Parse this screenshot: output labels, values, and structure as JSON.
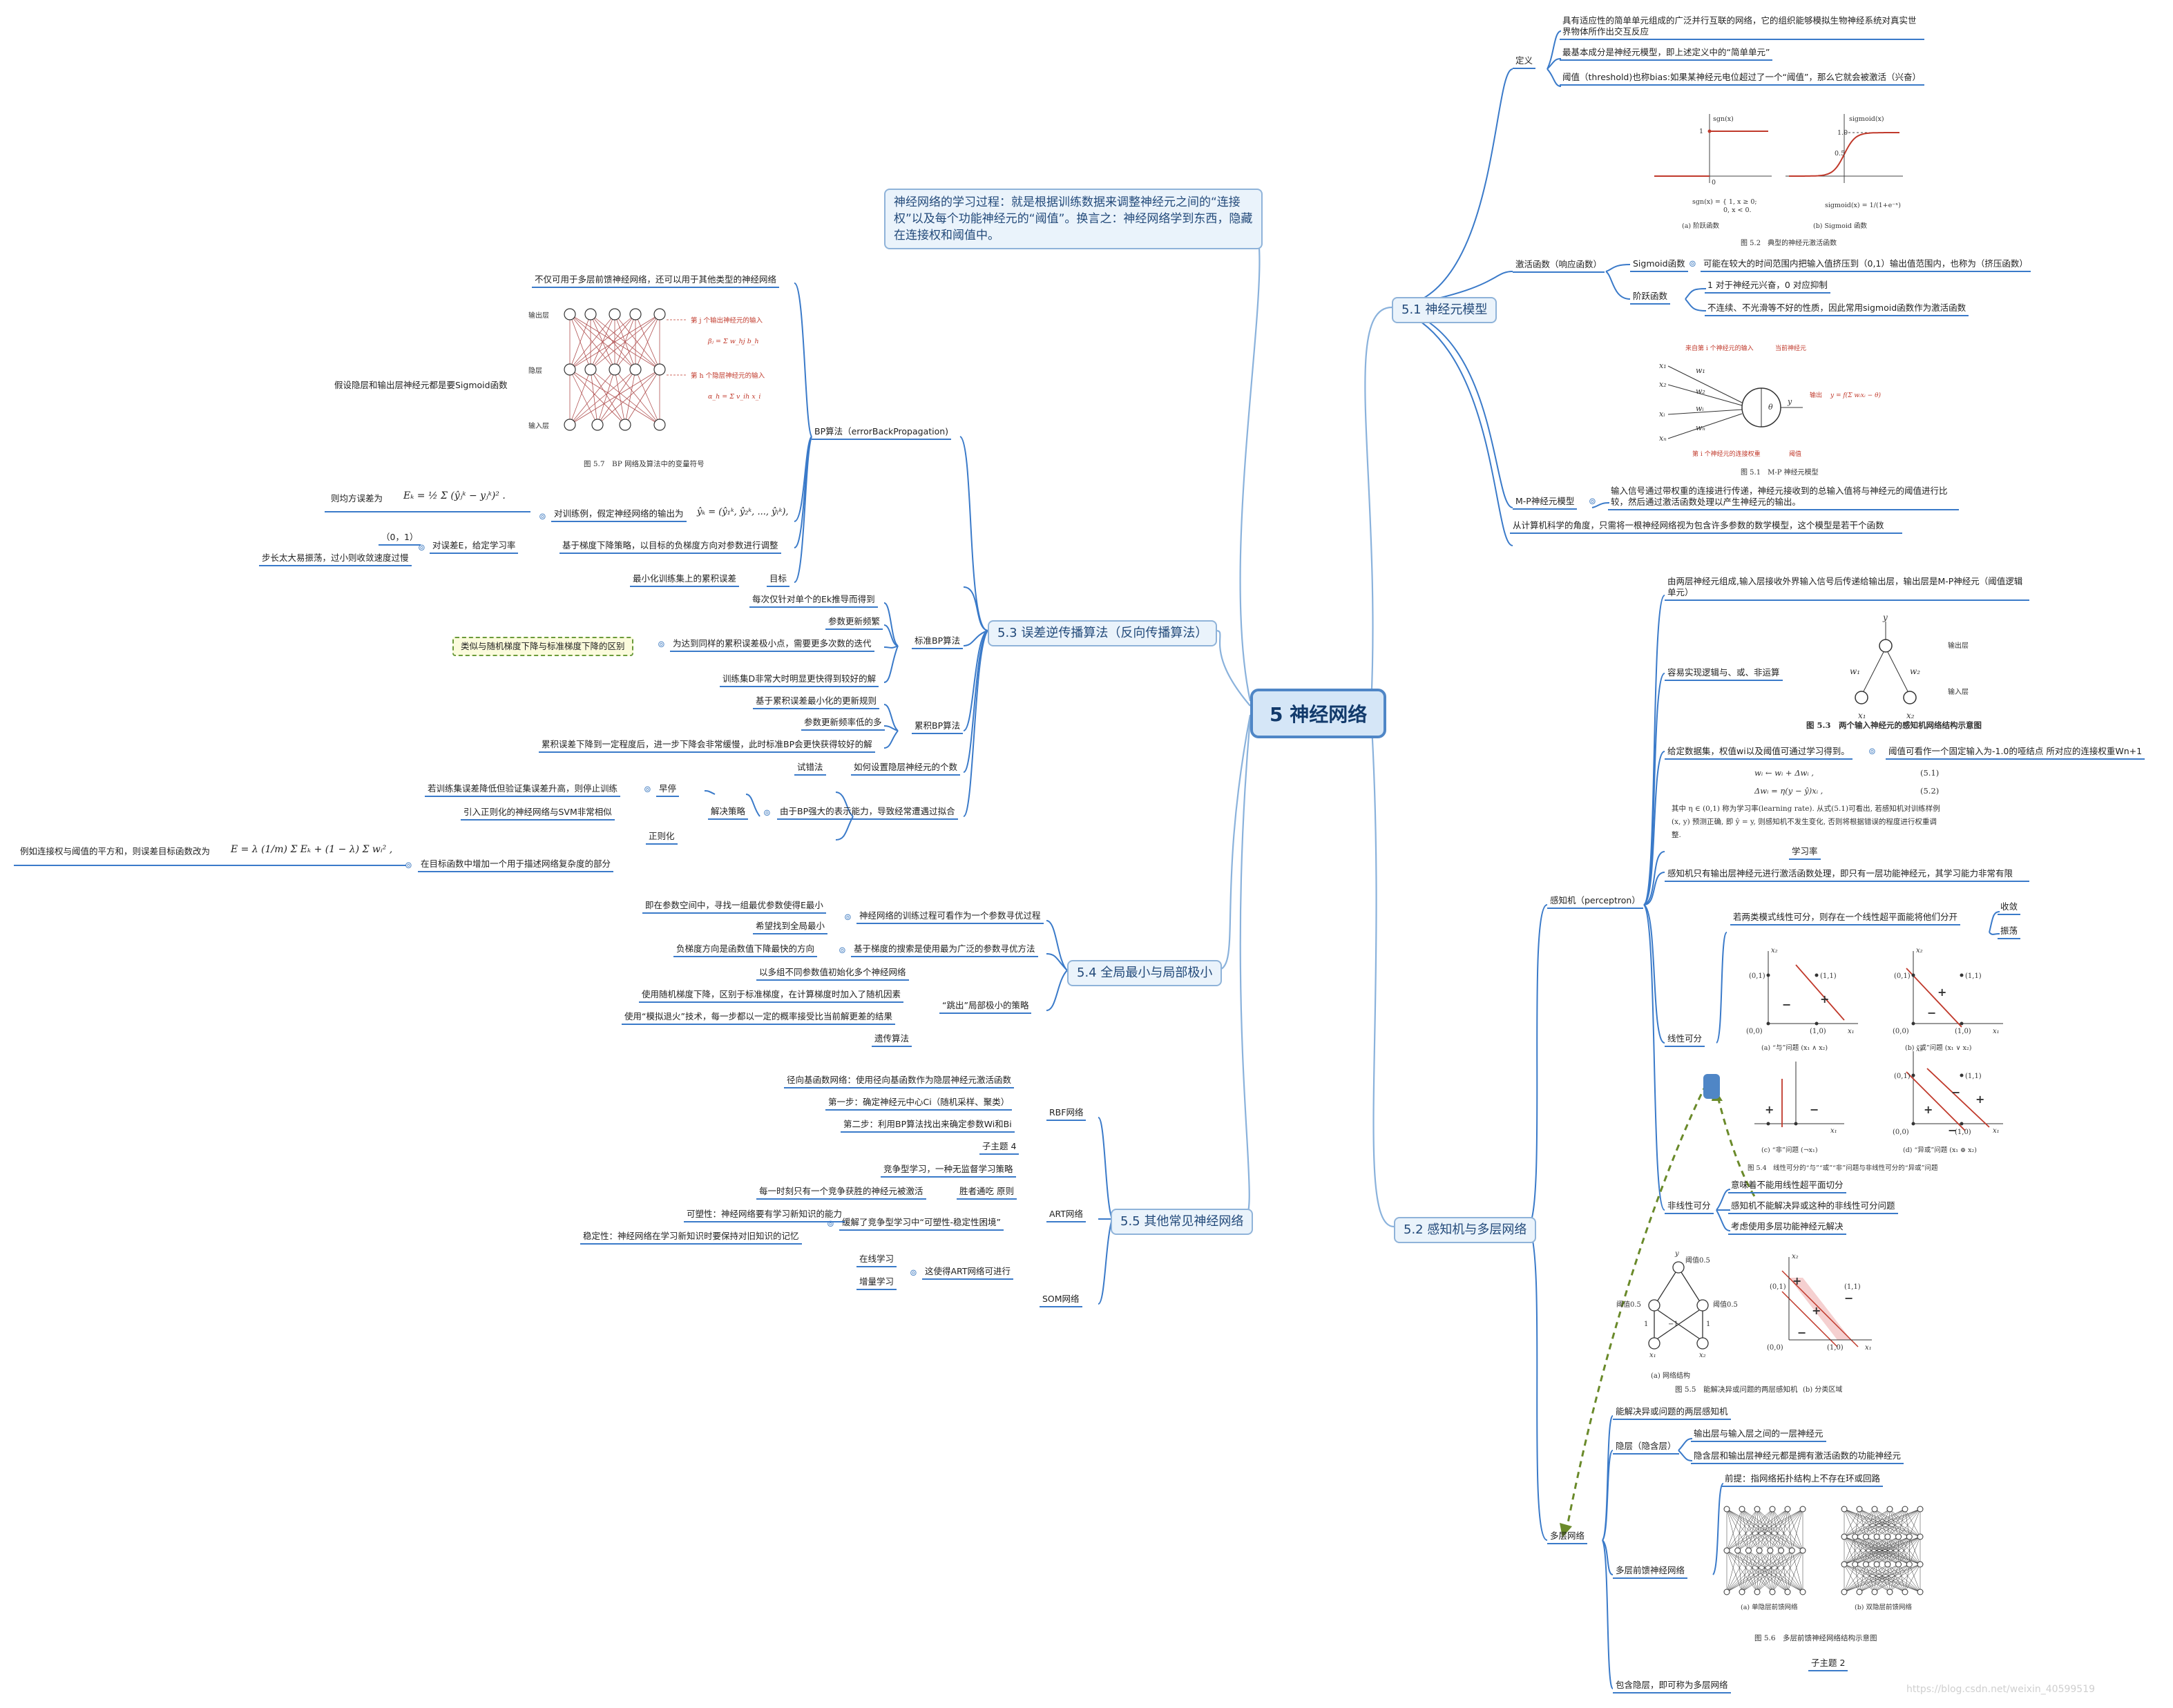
{
  "root": "5 神经网络",
  "note": "神经网络的学习过程：就是根据训练数据来调整神经元之间的“连接权”以及每个功能神经元的“阈值”。换言之：神经网络学到东西，隐藏在连接权和阈值中。",
  "watermark": "https://blog.csdn.net/weixin_40599519",
  "colors": {
    "line": "#3a7ac9",
    "topic_fill": "#eaf3fb",
    "root_fill": "#d5e6f7",
    "dash_arrow": "#6a8a2a"
  },
  "t51": {
    "title": "5.1 神经元模型",
    "def": "定义",
    "def_items": [
      "具有适应性的简单单元组成的广泛并行互联的网络，它的组织能够模拟生物神经系统对真实世界物体所作出交互反应",
      "最基本成分是神经元模型，即上述定义中的“简单单元”",
      "阈值（threshold)也称bias:如果某神经元电位超过了一个“阈值”，那么它就会被激活（兴奋）"
    ],
    "activation": "激活函数（响应函数）",
    "sigmoid": "Sigmoid函数",
    "sigmoid_desc": "可能在较大的时间范围内把输入值挤压到（0,1）输出值范围内，也称为（挤压函数）",
    "step": "阶跃函数",
    "step_desc": "1 对于神经元兴奋，0 对应抑制",
    "step_desc2": "不连续、不光滑等不好的性质，因此常用sigmoid函数作为激活函数",
    "fig52_caption": "图 5.2　典型的神经元激活函数",
    "fig52_a_caption": "(a) 阶跃函数",
    "fig52_b_caption": "(b) Sigmoid 函数",
    "fig52_a_label": "sgn(x)",
    "fig52_b_label": "sigmoid(x)",
    "fig52_a_formula1": "sgn(x) = { 1,  x ≥ 0;",
    "fig52_a_formula2": "0,  x < 0.",
    "fig52_b_formula": "sigmoid(x) = 1/(1+e⁻ˣ)",
    "mp": "M-P神经元模型",
    "mp_desc": "输入信号通过带权重的连接进行传递，神经元接收到的总输入值将与神经元的阈值进行比较，然后通过激活函数处理以产生神经元的输出。",
    "fig51_caption": "图 5.1　M-P 神经元模型",
    "fig51_labels": [
      "来自第 i 个神经元的输入",
      "当前神经元",
      "输出",
      "第 i 个神经元的连接权重",
      "阈值"
    ],
    "fig51_output": "y = f(Σ wᵢxᵢ − θ)",
    "view": "从计算机科学的角度，只需将一根神经网络视为包含许多参数的数学模型，这个模型是若干个函数"
  },
  "t52": {
    "title": "5.2 感知机与多层网络",
    "perceptron": "感知机（perceptron）",
    "p1": "由两层神经元组成,输入层接收外界输入信号后传递给输出层，输出层是M-P神经元（阈值逻辑单元）",
    "p2": "容易实现逻辑与、或、非运算",
    "fig53_caption": "图 5.3　两个输入神经元的感知机网络结构示意图",
    "fig53_labels": [
      "输出层",
      "输入层"
    ],
    "p3": "给定数据集，权值wi以及阈值可通过学习得到。",
    "p3b": "阈值可看作一个固定输入为-1.0的哑结点 所对应的连接权重Wn+1",
    "p3_formula1": "wᵢ ← wᵢ + Δwᵢ ,",
    "p3_formula2": "Δwᵢ = η(y − ŷ)xᵢ ,",
    "p3_eq": [
      "(5.1)",
      "(5.2)"
    ],
    "p3_text": "其中 η ∈ (0,1) 称为学习率(learning rate). 从式(5.1)可看出, 若感知机对训练样例 (x, y) 预测正确, 即 ŷ = y, 则感知机不发生变化, 否则将根据错误的程度进行权重调整.",
    "lr": "学习率",
    "p4": "感知机只有输出层神经元进行激活函数处理，即只有一层功能神经元，其学习能力非常有限",
    "linear": "线性可分",
    "linear_desc": "若两类模式线性可分，则存在一个线性超平面能将他们分开",
    "converge": "收敛",
    "oscillate": "振荡",
    "fig54_caption": "图 5.4　线性可分的“与”“或”“非”问题与非线性可分的“异或”问题",
    "fig54_subs": [
      "(a) “与”问题 (x₁ ∧ x₂)",
      "(b) “或”问题 (x₁ ∨ x₂)",
      "(c) “非”问题 (¬x₁)",
      "(d) “异或”问题 (x₁ ⊕ x₂)"
    ],
    "nonlinear": "非线性可分",
    "nl_items": [
      "意味着不能用线性超平面切分",
      "感知机不能解决异或这种的非线性可分问题",
      "考虑使用多层功能神经元解决"
    ],
    "fig55_caption": "图 5.5　能解决异或问题的两层感知机",
    "fig55_subs": [
      "(a) 网络结构",
      "(b) 分类区域"
    ],
    "fig55_labels": [
      "阈值0.5",
      "阈值0.5",
      "阈值0.5"
    ],
    "multi": "多层网络",
    "m1": "能解决异或问题的两层感知机",
    "hidden": "隐层（隐含层）",
    "hidden_items": [
      "输出层与输入层之间的一层神经元",
      "隐含层和输出层神经元都是拥有激活函数的功能神经元"
    ],
    "mlff": "多层前馈神经网络",
    "mlff_pre": "前提：指网络拓扑结构上不存在环或回路",
    "fig56_caption": "图 5.6　多层前馈神经网络结构示意图",
    "fig56_subs": [
      "(a) 单隐层前馈网络",
      "(b) 双隐层前馈网络"
    ],
    "sub2": "子主题 2",
    "m_last": "包含隐层，即可称为多层网络"
  },
  "t53": {
    "title": "5.3 误差逆传播算法（反向传播算法）",
    "bp": "BP算法（errorBackPropagation)",
    "bp_top": "不仅可用于多层前馈神经网络，还可以用于其他类型的神经网络",
    "bp_assume": "假设隐层和输出层神经元都是要Sigmoid函数",
    "fig57_caption": "图 5.7　BP 网络及算法中的变量符号",
    "fig57_layers": [
      "输出层",
      "隐层",
      "输入层"
    ],
    "fig57_ann1": "第 j 个输出神经元的输入",
    "fig57_ann2": "第 h 个隐层神经元的输入",
    "fig57_f1": "βⱼ = Σ w_hj b_h",
    "fig57_f2": "α_h = Σ v_ih x_i",
    "mse_label": "则均方误差为",
    "mse_formula": "Eₖ = ½ Σ (ŷⱼᵏ − yⱼᵏ)² .",
    "sample": "对训练例，假定神经网络的输出为",
    "sample_formula": "ŷₖ = (ŷ₁ᵏ, ŷ₂ᵏ, ..., ŷₗᵏ),",
    "range": "（0，1）",
    "step_big": "步长太大易振荡，过小则收敛速度过慢",
    "lr": "对误差E，给定学习率",
    "gd": "基于梯度下降策略，以目标的负梯度方向对参数进行调整",
    "min_err": "最小化训练集上的累积误差",
    "goal": "目标",
    "std_bp": "标准BP算法",
    "std_items": [
      "每次仅针对单个的Ek推导而得到",
      "参数更新频繁",
      "为达到同样的累积误差极小点，需要更多次数的迭代",
      "训练集D非常大时明显更快得到较好的解"
    ],
    "hl": "类似与随机梯度下降与标准梯度下降的区别",
    "acc_bp": "累积BP算法",
    "acc_items": [
      "基于累积误差最小化的更新规则",
      "参数更新频率低的多",
      "累积误差下降到一定程度后，进一步下降会非常缓慢，此时标准BP会更快获得较好的解"
    ],
    "trial": "试错法",
    "hidden_num": "如何设置隐层神经元的个数",
    "overfit": "由于BP强大的表示能力，导致经常遭遇过拟合",
    "solve": "解决策略",
    "early": "早停",
    "early_desc": "若训练集误差降低但验证集误差升高，则停止训练",
    "reg": "正则化",
    "reg_item1": "引入正则化的神经网络与SVM非常相似",
    "reg_item2": "在目标函数中增加一个用于描述网络复杂度的部分",
    "reg_desc": "例如连接权与阈值的平方和，则误差目标函数改为",
    "reg_formula": "E = λ (1/m) Σ Eₖ + (1 − λ) Σ wᵢ² ,"
  },
  "t54": {
    "title": "5.4 全局最小与局部极小",
    "items": [
      {
        "label": "神经网络的训练过程可看作为一个参数寻优过程",
        "sub": [
          "即在参数空间中，寻找一组最优参数使得E最小",
          "希望找到全局最小"
        ]
      },
      {
        "label": "基于梯度的搜索是使用最为广泛的参数寻优方法",
        "sub": [
          "负梯度方向是函数值下降最快的方向"
        ]
      },
      {
        "label": "“跳出”局部极小的策略",
        "sub": [
          "以多组不同参数值初始化多个神经网络",
          "使用随机梯度下降，区别于标准梯度，在计算梯度时加入了随机因素",
          "使用“模拟退火”技术，每一步都以一定的概率接受比当前解更差的结果",
          "遗传算法"
        ]
      }
    ]
  },
  "t55": {
    "title": "5.5 其他常见神经网络",
    "rbf": "RBF网络",
    "rbf_items": [
      "径向基函数网络：使用径向基函数作为隐层神经元激活函数",
      "第一步：确定神经元中心Ci（随机采样、聚类）",
      "第二步：利用BP算法找出来确定参数Wi和Bi",
      "子主题 4"
    ],
    "art": "ART网络",
    "art_items": [
      "竞争型学习，一种无监督学习策略",
      "胜者通吃 原则",
      "缓解了竞争型学习中“可塑性-稳定性困境”",
      "这使得ART网络可进行"
    ],
    "art_sub_winner": "每一时刻只有一个竞争获胜的神经元被激活",
    "art_sub_plastic": [
      "可塑性：神经网络要有学习新知识的能力",
      "稳定性：神经网络在学习新知识时要保持对旧知识的记忆"
    ],
    "art_sub_online": [
      "在线学习",
      "增量学习"
    ],
    "som": "SOM网络"
  }
}
